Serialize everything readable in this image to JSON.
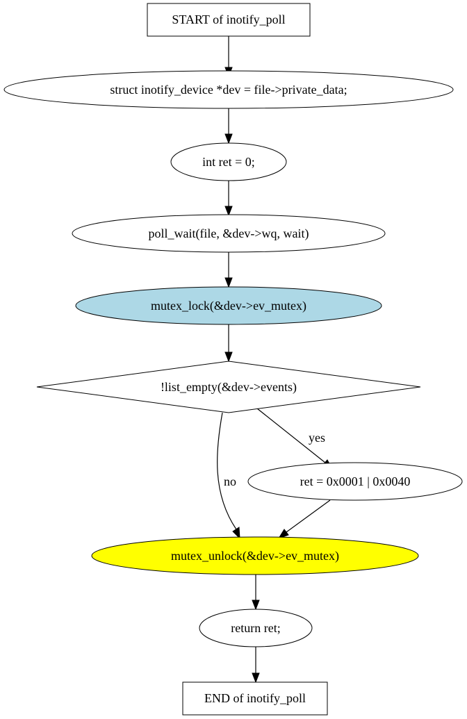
{
  "nodes": {
    "start": {
      "label": "START of inotify_poll"
    },
    "dev": {
      "label": "struct inotify_device *dev = file->private_data;"
    },
    "ret_init": {
      "label": "int ret = 0;"
    },
    "poll_wait": {
      "label": "poll_wait(file, &dev->wq, wait)"
    },
    "mutex_lock": {
      "label": "mutex_lock(&dev->ev_mutex)",
      "fill": "#add8e6"
    },
    "cond": {
      "label": "!list_empty(&dev->events)"
    },
    "ret_set": {
      "label": "ret = 0x0001 | 0x0040"
    },
    "mutex_unlock": {
      "label": "mutex_unlock(&dev->ev_mutex)",
      "fill": "#ffff00"
    },
    "return": {
      "label": "return ret;"
    },
    "end": {
      "label": "END of inotify_poll"
    }
  },
  "edges": {
    "yes": {
      "label": "yes"
    },
    "no": {
      "label": "no"
    }
  }
}
